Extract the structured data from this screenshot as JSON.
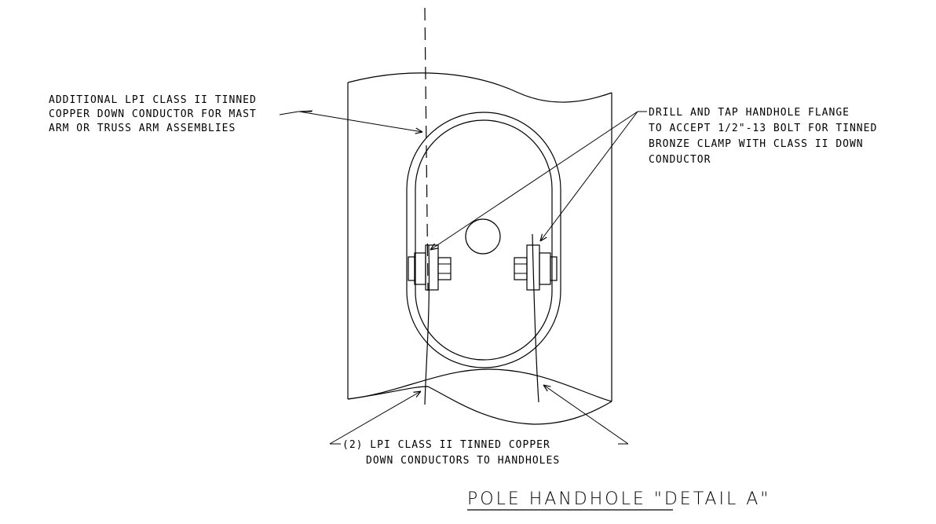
{
  "callouts": {
    "additional_conductor": [
      "ADDITIONAL LPI CLASS II TINNED",
      "COPPER DOWN CONDUCTOR FOR MAST",
      "ARM OR TRUSS ARM ASSEMBLIES"
    ],
    "drill_and_tap": [
      "DRILL AND TAP HANDHOLE FLANGE",
      "TO ACCEPT 1/2\"-13 BOLT FOR TINNED",
      "BRONZE CLAMP WITH CLASS II DOWN",
      "CONDUCTOR"
    ],
    "down_conductors": [
      "(2) LPI CLASS II TINNED COPPER",
      "DOWN CONDUCTORS TO HANDHOLES"
    ]
  },
  "title": "POLE HANDHOLE \"DETAIL A\""
}
